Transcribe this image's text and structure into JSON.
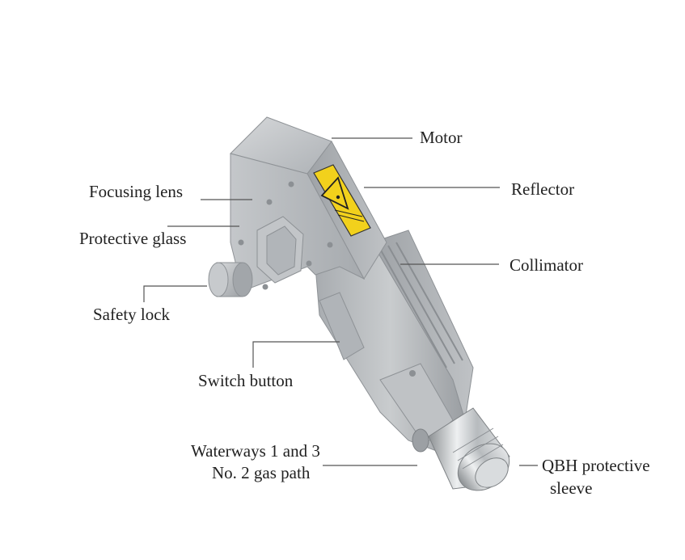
{
  "labels": {
    "motor": "Motor",
    "reflector": "Reflector",
    "focusing_lens": "Focusing lens",
    "protective_glass": "Protective glass",
    "collimator": "Collimator",
    "safety_lock": "Safety lock",
    "switch_button": "Switch button",
    "waterways_line1": "Waterways 1 and 3",
    "waterways_line2": "No. 2 gas path",
    "qbh_line1": "QBH protective",
    "qbh_line2": "sleeve"
  },
  "colors": {
    "background": "#ffffff",
    "label_text": "#222222",
    "leader_line": "#555555",
    "body_metal": "#b9bdc1",
    "warning_yellow": "#f2d11c"
  },
  "icons": {
    "warning_sticker": "laser-warning-icon"
  }
}
